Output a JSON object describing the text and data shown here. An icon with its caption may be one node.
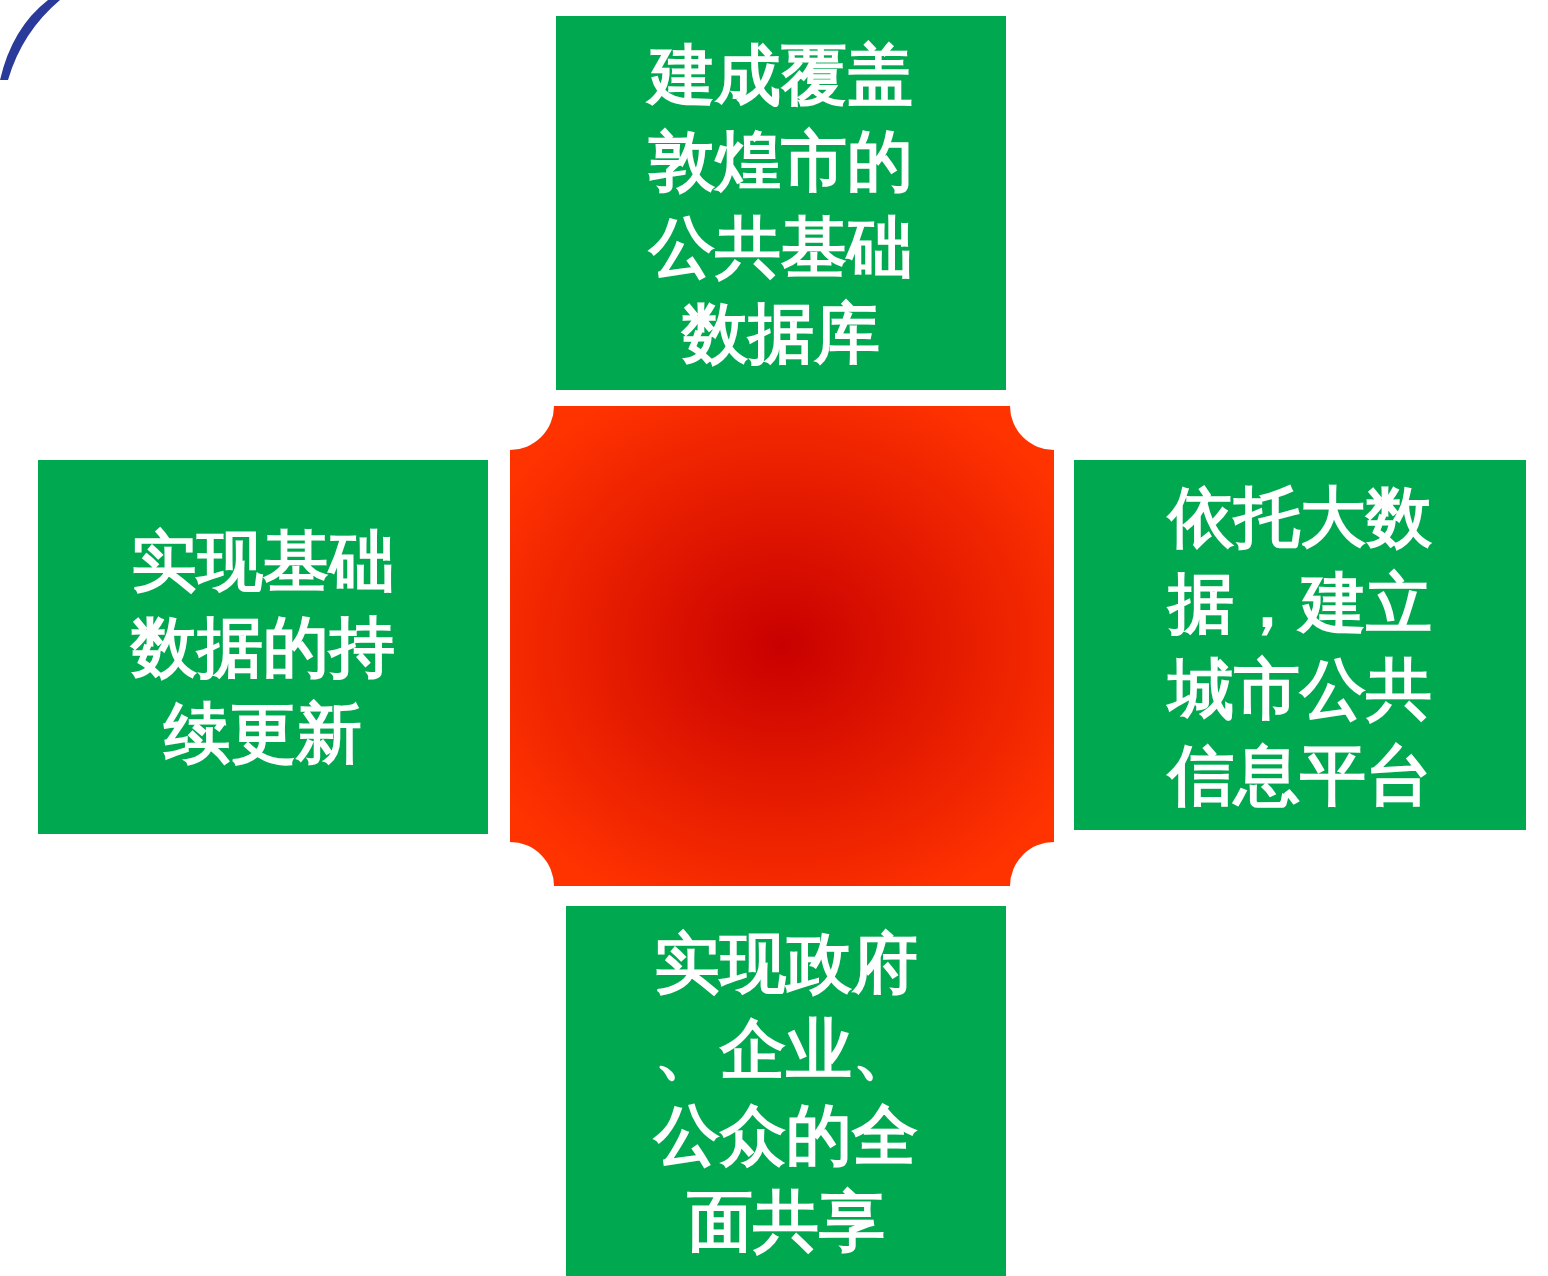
{
  "diagram": {
    "nodes": [
      {
        "text": [
          "建成覆盖敦煌市的公共基础数据库"
        ]
      },
      {
        "text": [
          "实现基础数据的持续更新"
        ]
      },
      {
        "text": [],
        "shape": "box"
      },
      {
        "text": [
          "依托大数据，建立城市公共信息平台"
        ]
      },
      {
        "text": [
          "实现政府、企业、公众的全面共享"
        ]
      }
    ]
  }
}
